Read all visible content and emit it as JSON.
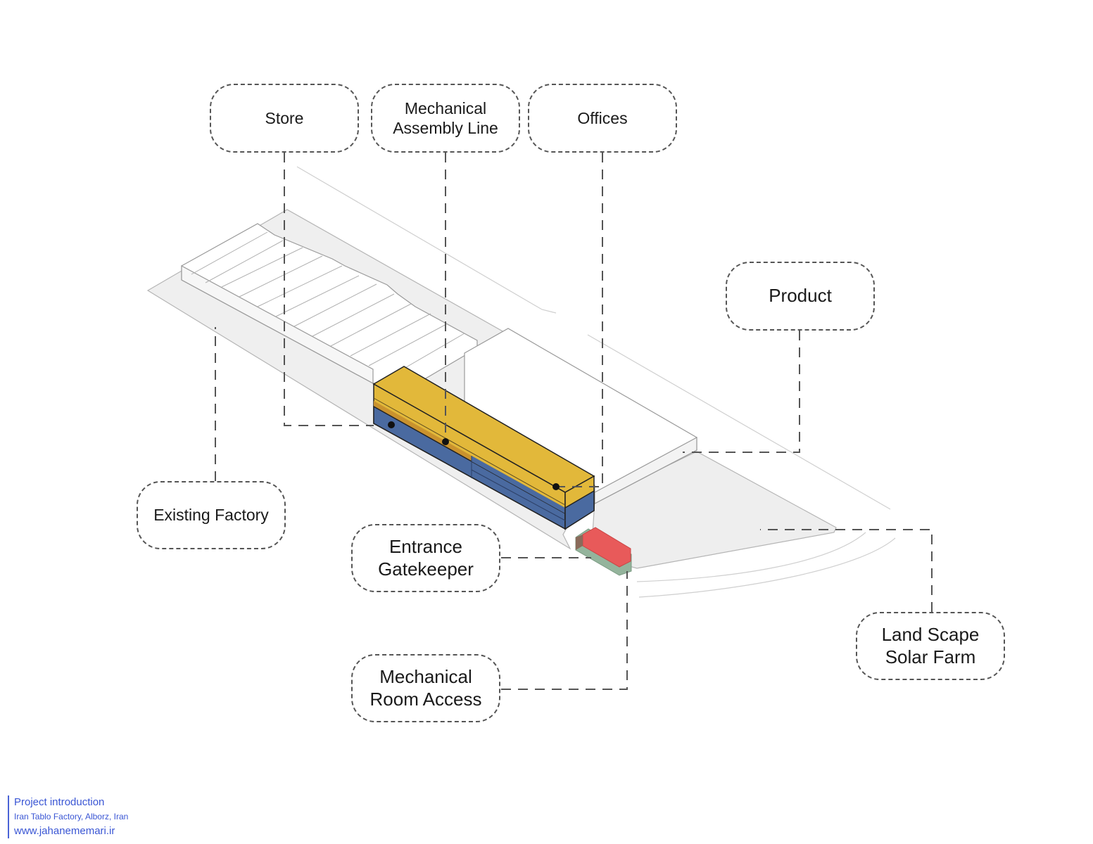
{
  "labels": {
    "store": "Store",
    "mechanical_assembly_line": [
      "Mechanical",
      "Assembly Line"
    ],
    "offices": "Offices",
    "product": "Product",
    "existing_factory": "Existing Factory",
    "entrance_gatekeeper": [
      "Entrance",
      "Gatekeeper"
    ],
    "mechanical_room_access": [
      "Mechanical",
      "Room Access"
    ],
    "landscape_solar_farm": [
      "Land Scape",
      "Solar Farm"
    ]
  },
  "credit": {
    "line1": "Project introduction",
    "line2": "Iran Tablo Factory, Alborz, Iran",
    "line3": "www.jahanememari.ir"
  },
  "colors": {
    "offices_yellow": "#e2b83a",
    "assembly_blue": "#4a6aa0",
    "store_ochre": "#c9922e",
    "gatekeeper_red": "#e85a5a",
    "mech_room_green": "#94b49c",
    "ground_grey": "#efefef",
    "credit_blue": "#3a56d4"
  }
}
